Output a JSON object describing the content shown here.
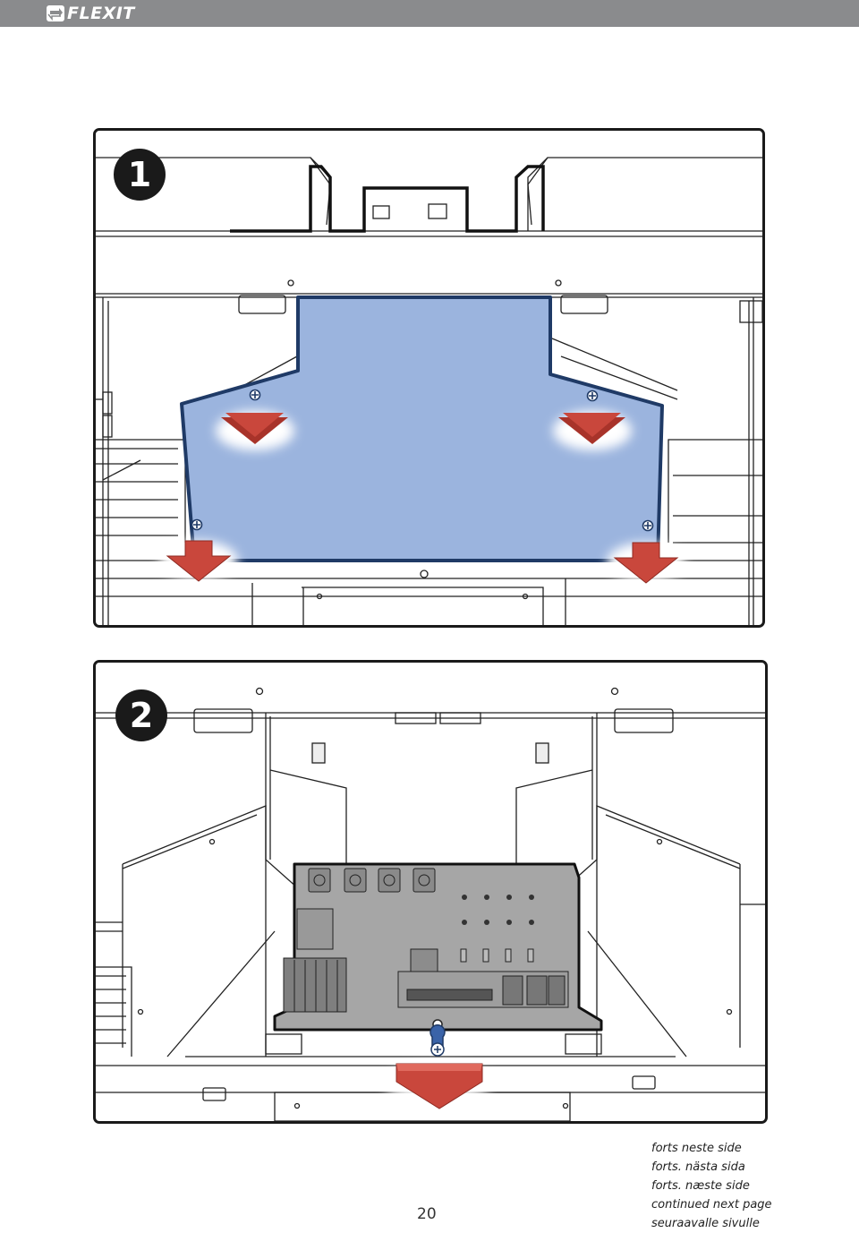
{
  "header": {
    "brand": "FLEXIT"
  },
  "steps": [
    {
      "number": "1"
    },
    {
      "number": "2"
    }
  ],
  "footer": {
    "page_number": "20",
    "continued_lines": [
      "forts neste side",
      "forts. nästa sida",
      "forts. næste side",
      "continued next page",
      "seuraavalle sivulle"
    ]
  },
  "colors": {
    "header_bar": "#8a8b8d",
    "cover_fill": "#9bb4de",
    "cover_outline": "#1f3a66",
    "arrow_red": "#c0392b",
    "board_gray": "#a6a6a6"
  },
  "icons": [
    "flexit-logo-icon",
    "screw-icon",
    "down-arrow-icon",
    "keyhole-screw-icon"
  ]
}
